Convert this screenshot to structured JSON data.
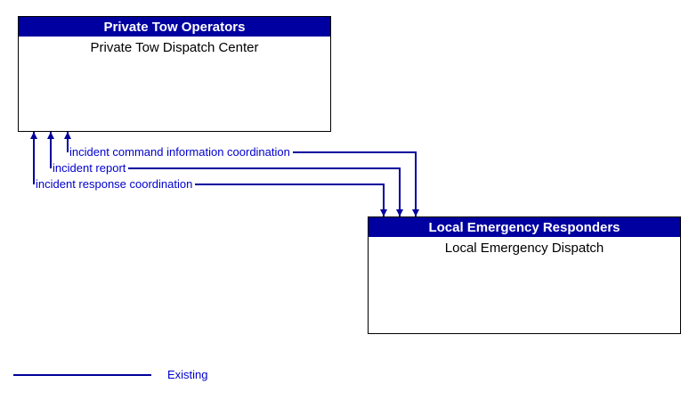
{
  "diagram": {
    "boxes": [
      {
        "header": "Private Tow Operators",
        "body": "Private Tow Dispatch Center"
      },
      {
        "header": "Local Emergency Responders",
        "body": "Local Emergency Dispatch"
      }
    ],
    "flows": [
      {
        "label": "incident command information coordination"
      },
      {
        "label": "incident report"
      },
      {
        "label": "incident response coordination"
      }
    ],
    "legend": {
      "label": "Existing"
    },
    "colors": {
      "header_bg": "#0000A0",
      "header_text": "#FFFFFF",
      "line": "#00009C",
      "label_text": "#0000CC"
    }
  }
}
